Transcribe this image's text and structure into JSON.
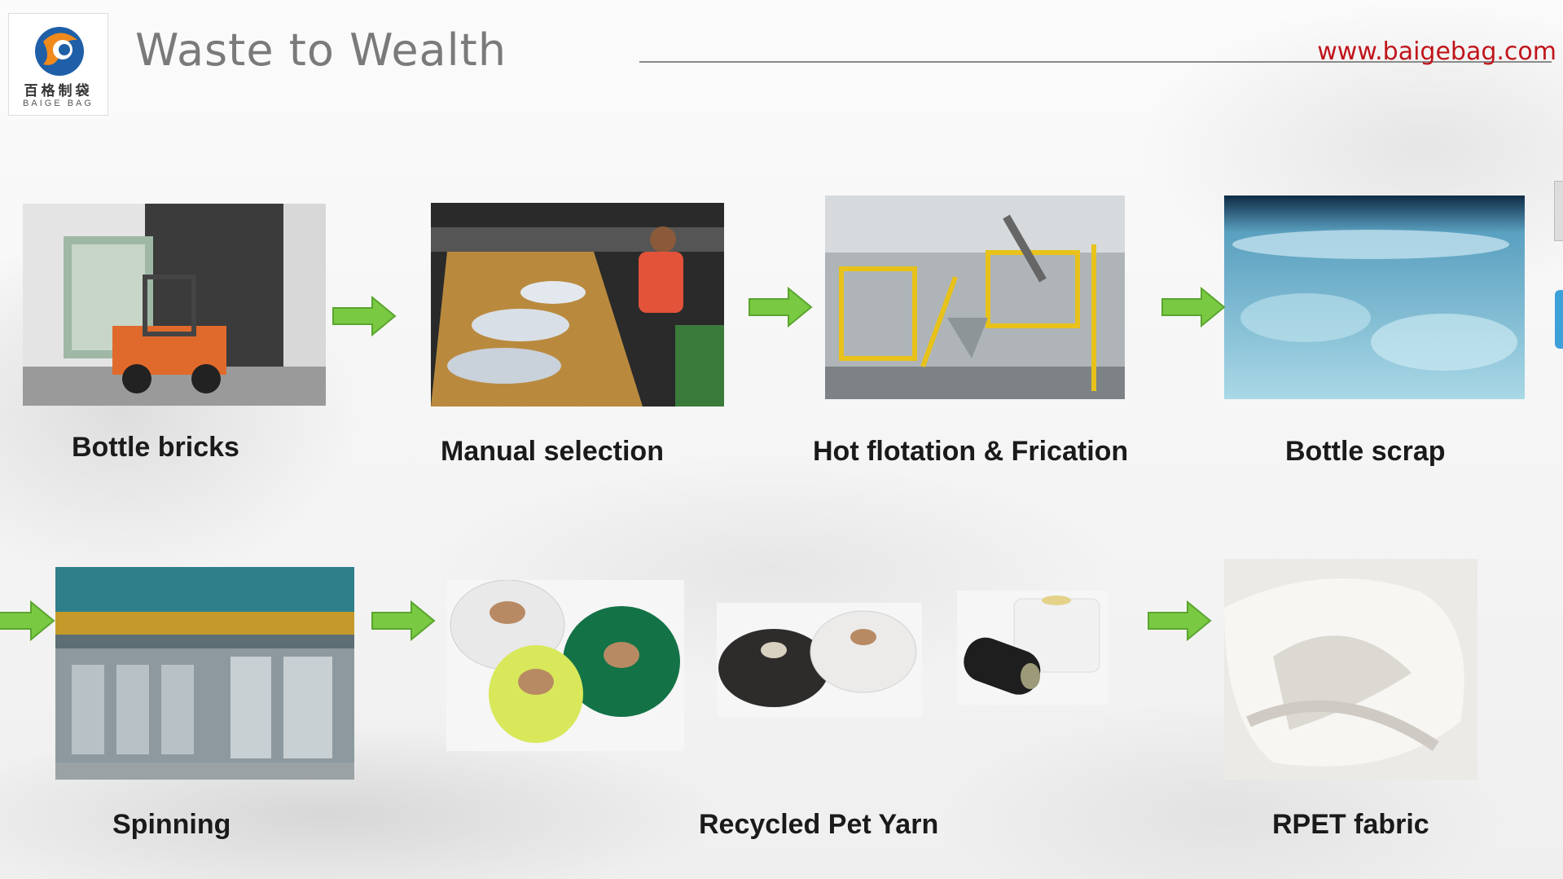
{
  "header": {
    "logo_cn": "百格制袋",
    "logo_en": "BAIGE BAG",
    "title": "Waste to Wealth",
    "url": "www.baigebag.com"
  },
  "steps": [
    {
      "label": "Bottle bricks"
    },
    {
      "label": "Manual selection"
    },
    {
      "label": "Hot flotation &  Frication"
    },
    {
      "label": "Bottle scrap"
    },
    {
      "label": "Spinning"
    },
    {
      "label": "Recycled Pet Yarn"
    },
    {
      "label": "RPET fabric"
    }
  ],
  "colors": {
    "arrow": "#7ac943",
    "url": "#c0151b",
    "title": "#7a7a7a"
  },
  "icons": [
    "logo-icon",
    "arrow-right-icon"
  ]
}
